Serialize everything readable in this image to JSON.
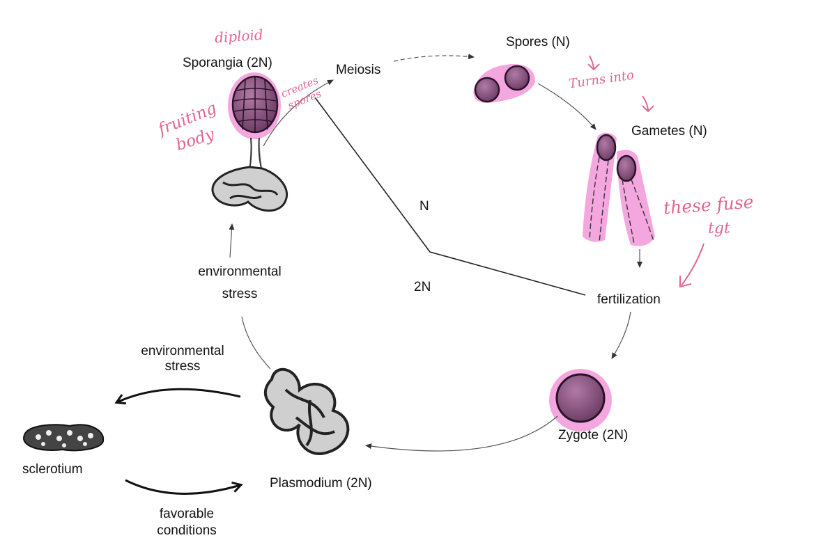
{
  "diagram": {
    "stages": {
      "sporangia": "Sporangia (2N)",
      "meiosis": "Meiosis",
      "spores": "Spores (N)",
      "gametes": "Gametes (N)",
      "fertilization": "fertilization",
      "zygote": "Zygote (2N)",
      "plasmodium": "Plasmodium (2N)",
      "sclerotium": "sclerotium"
    },
    "transitions": {
      "stress_up_line1": "environmental",
      "stress_up_line2": "stress",
      "stress_left_line1": "environmental",
      "stress_left_line2": "stress",
      "favorable_line1": "favorable",
      "favorable_line2": "conditions"
    },
    "ploidy_regions": {
      "haploid": "N",
      "diploid": "2N"
    }
  },
  "annotations": {
    "diploid": "diploid",
    "fruiting_line1": "fruiting",
    "fruiting_line2": "body",
    "creates_line1": "creates",
    "creates_line2": "spores",
    "turns_into": "Turns into",
    "fuse_line1": "these fuse",
    "fuse_line2": "tgt"
  },
  "colors": {
    "highlight": "#f4a6de",
    "annotation": "#e0668f",
    "cell_fill": "#8a4f80",
    "line": "#222222"
  }
}
